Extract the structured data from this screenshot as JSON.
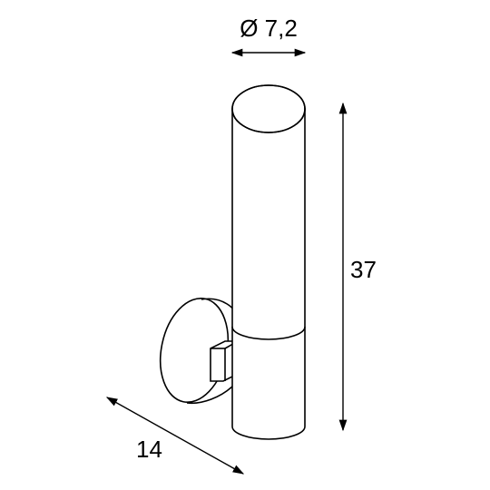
{
  "dimensions": {
    "diameter_label": "Ø 7,2",
    "height_label": "37",
    "depth_label": "14"
  },
  "colors": {
    "line": "#000000",
    "background": "#ffffff"
  }
}
